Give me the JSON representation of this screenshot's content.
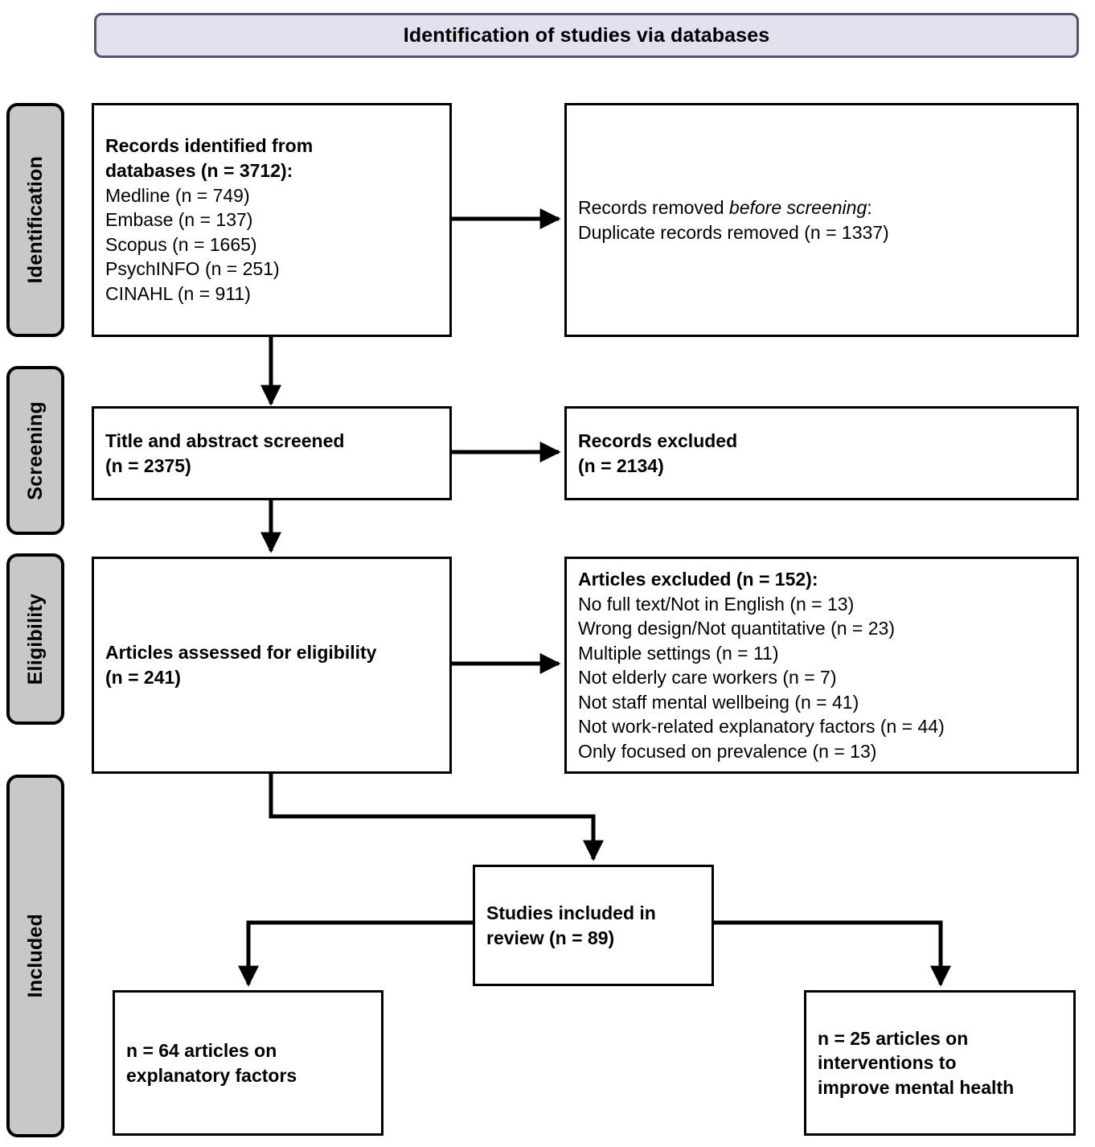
{
  "banner": {
    "title": "Identification of studies via databases"
  },
  "stages": [
    {
      "label": "Identification"
    },
    {
      "label": "Screening"
    },
    {
      "label": "Eligibility"
    },
    {
      "label": "Included"
    }
  ],
  "boxes": {
    "records_identified": {
      "lines": [
        "Records identified from",
        "databases (n = 3712):",
        "Medline (n = 749)",
        "Embase (n = 137)",
        "Scopus (n = 1665)",
        "PsychINFO (n = 251)",
        "CINAHL (n = 911)"
      ]
    },
    "records_removed": {
      "line1_prefix": "Records removed ",
      "line1_italic": "before screening",
      "line1_suffix": ":",
      "line2": "Duplicate records removed (n = 1337)"
    },
    "title_abstract_screened": {
      "lines": [
        "Title and abstract screened",
        "(n = 2375)"
      ]
    },
    "records_excluded": {
      "lines": [
        "Records excluded",
        "(n = 2134)"
      ]
    },
    "articles_assessed": {
      "lines": [
        "Articles assessed for eligibility",
        "(n = 241)"
      ]
    },
    "articles_excluded": {
      "heading": "Articles excluded (n = 152):",
      "reasons": [
        "No full text/Not in English (n = 13)",
        "Wrong design/Not quantitative (n = 23)",
        "Multiple settings (n = 11)",
        "Not elderly care workers (n = 7)",
        "Not staff mental wellbeing (n = 41)",
        "Not work-related explanatory factors (n = 44)",
        "Only focused on prevalence (n = 13)"
      ]
    },
    "studies_included": {
      "lines": [
        "Studies included in",
        "review (n = 89)"
      ]
    },
    "explanatory_factors": {
      "lines": [
        "n = 64 articles on",
        "explanatory factors"
      ]
    },
    "interventions": {
      "lines": [
        "n = 25 articles on",
        "interventions to",
        "improve mental health"
      ]
    }
  },
  "colors": {
    "banner_fill": "#e4e0ee",
    "banner_border": "#575070",
    "stage_fill": "#c8c8c8",
    "box_border": "#000000",
    "connector": "#000000",
    "page_background": "#ffffff"
  }
}
